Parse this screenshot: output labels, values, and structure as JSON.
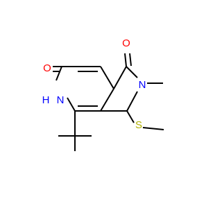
{
  "atom_labels": {
    "o_top": "O",
    "o_left": "O",
    "n_ring": "N",
    "nh_n": "N",
    "nh_h": "H",
    "s": "S"
  },
  "colors": {
    "bond": "#000000",
    "oxygen": "#ff0000",
    "nitrogen": "#0000ff",
    "sulfur": "#b2b200",
    "background": "#ffffff"
  }
}
